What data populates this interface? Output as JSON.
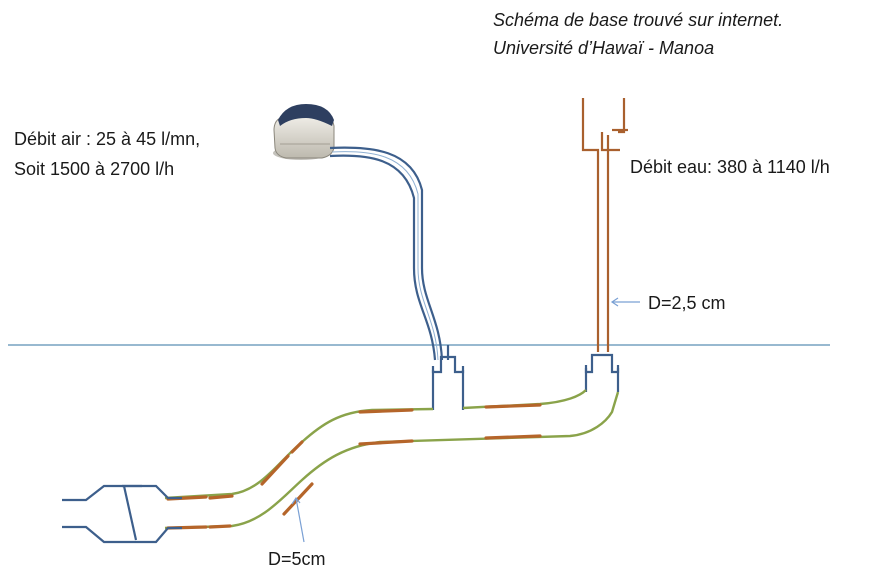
{
  "credit": {
    "line1": "Schéma de base trouvé sur internet.",
    "line2": "Université d’Hawaï - Manoa"
  },
  "air_flow": {
    "line1": "Débit air : 25 à 45 l/mn,",
    "line2": "Soit  1500 à  2700 l/h"
  },
  "water_flow": "Débit eau: 380 à 1140 l/h",
  "riser_diameter": "D=2,5 cm",
  "pipe_diameter": "D=5cm",
  "colors": {
    "water_surface": "#5b8fb5",
    "air_line": "#3d5f8c",
    "pvc_pipe": "#8aa34a",
    "copper_joint": "#b5652a",
    "riser_pipe": "#a9602e",
    "pump_body": "#d9d6cf",
    "pump_top": "#2e3f60"
  }
}
